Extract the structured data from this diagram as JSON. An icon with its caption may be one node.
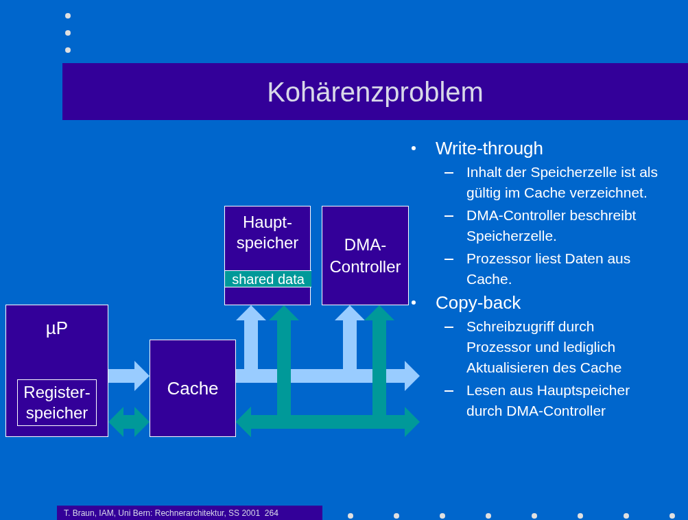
{
  "diagram": {
    "title": "Kohärenzproblem",
    "nodes": [
      {
        "text": [
          "µP"
        ]
      },
      {
        "text": [
          "Register- speicher"
        ],
        "in": 0
      },
      {
        "text": [
          "Cache"
        ]
      },
      {
        "text": [
          "Haupt- speicher"
        ]
      },
      {
        "text": [
          "shared data"
        ],
        "in": 3
      },
      {
        "text": [
          "DMA- Controller"
        ]
      }
    ],
    "edges": [
      {
        "from": 0,
        "to": 2,
        "arrow": "to",
        "color": "#99ccff"
      },
      {
        "from": 0,
        "to": 2,
        "arrow": "both",
        "color": "#009999"
      },
      {
        "from": 2,
        "to": 3,
        "arrow": "to",
        "color": "#99ccff"
      },
      {
        "from": 2,
        "to": 5,
        "arrow": "to",
        "color": "#99ccff"
      },
      {
        "from": 2,
        "to": null,
        "arrow": "to",
        "color": "#99ccff"
      },
      {
        "from": 2,
        "to": 3,
        "arrow": "both",
        "color": "#009999"
      },
      {
        "from": 2,
        "to": 5,
        "arrow": "both",
        "color": "#009999"
      },
      {
        "from": 2,
        "to": null,
        "arrow": "both",
        "color": "#009999"
      }
    ],
    "labels": [
      "Write-through",
      "Inhalt der Speicherzelle ist als gültig im Cache verzeichnet.",
      "DMA-Controller beschreibt Speicherzelle.",
      "Prozessor liest Daten aus Cache.",
      "Copy-back",
      "Schreibzugriff durch Prozessor und lediglich Aktualisieren des Cache",
      "Lesen aus Hauptspeicher durch DMA-Controller",
      "T. Braun, IAM, Uni Bern: Rechnerarchitektur, SS 2001  264"
    ]
  }
}
